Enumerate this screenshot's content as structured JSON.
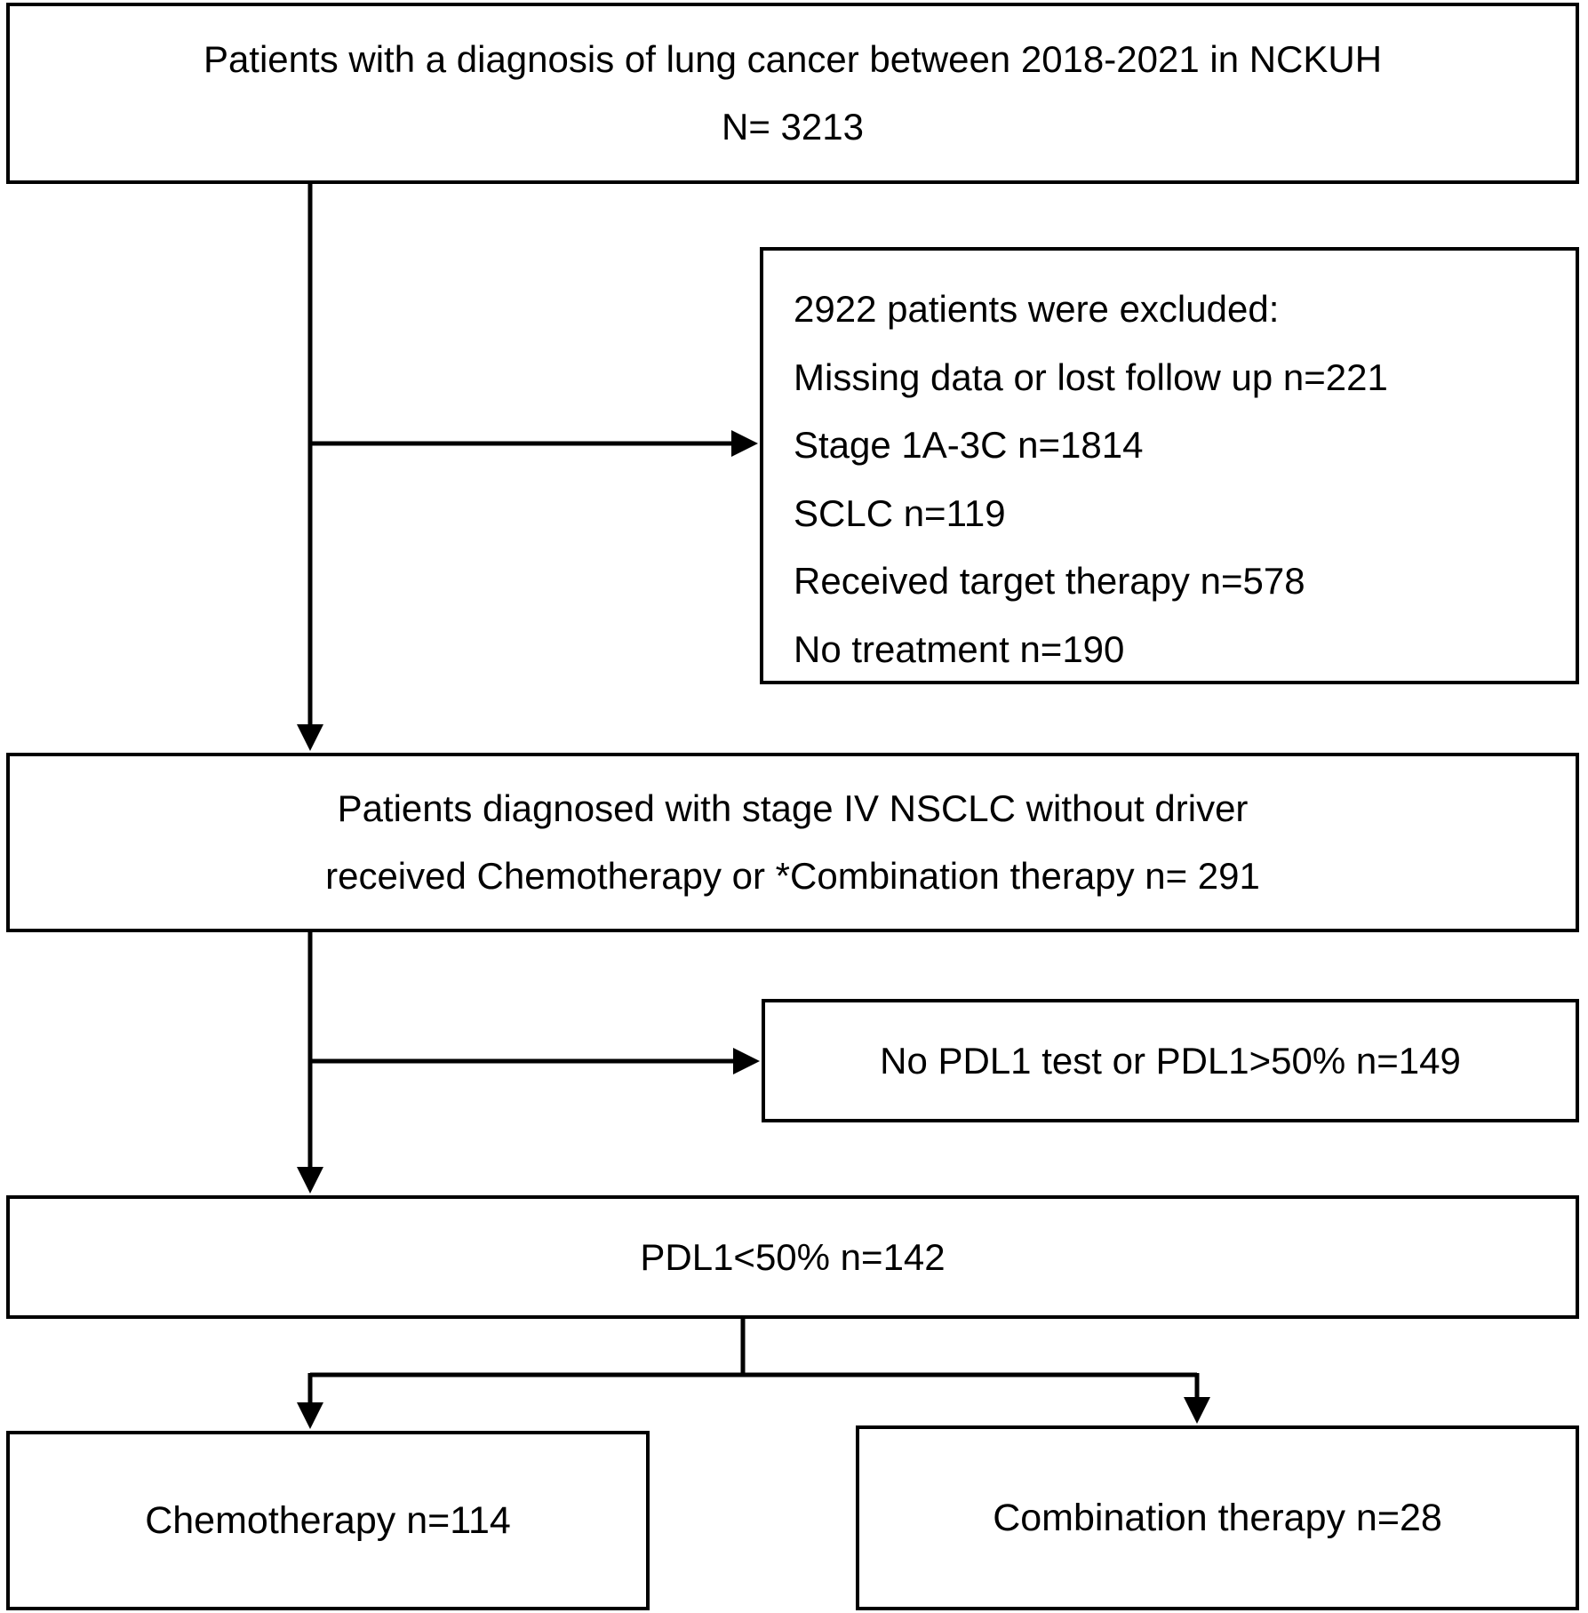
{
  "top_box": {
    "line1": "Patients with a diagnosis of lung cancer between 2018-2021 in NCKUH",
    "line2": "N= 3213"
  },
  "exclusion_box": {
    "heading": "2922 patients were excluded:",
    "items": [
      "Missing data or lost follow up n=221",
      "Stage 1A-3C n=1814",
      "SCLC n=119",
      "Received target therapy n=578",
      "No treatment n=190"
    ]
  },
  "stage4_box": {
    "line1": "Patients diagnosed with stage IV NSCLC without driver",
    "line2": "received Chemotherapy or *Combination therapy n= 291"
  },
  "pdl1_exclusion_box": {
    "text": "No PDL1 test or PDL1>50% n=149"
  },
  "pdl1_box": {
    "text": "PDL1<50% n=142"
  },
  "chemo_box": {
    "text": "Chemotherapy n=114"
  },
  "combo_box": {
    "text": "Combination therapy n=28"
  }
}
